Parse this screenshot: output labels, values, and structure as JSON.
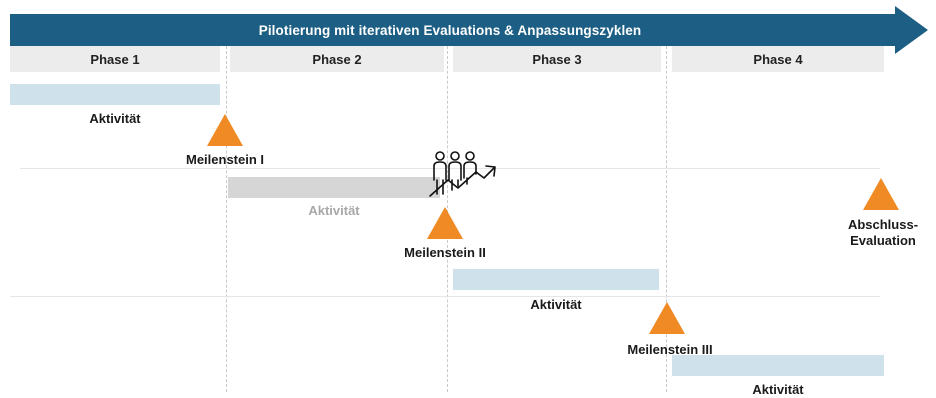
{
  "header": {
    "title": "Pilotierung mit iterativen Evaluations & Anpassungszyklen"
  },
  "phases": [
    {
      "label": "Phase 1"
    },
    {
      "label": "Phase 2"
    },
    {
      "label": "Phase 3"
    },
    {
      "label": "Phase 4"
    }
  ],
  "activities": [
    {
      "label": "Aktivität"
    },
    {
      "label": "Aktivität"
    },
    {
      "label": "Aktivität"
    },
    {
      "label": "Aktivität"
    }
  ],
  "milestones": [
    {
      "label": "Meilenstein I"
    },
    {
      "label": "Meilenstein II"
    },
    {
      "label": "Meilenstein III"
    },
    {
      "label": "Abschluss-Evaluation"
    }
  ],
  "colors": {
    "banner": "#1d5f84",
    "milestone": "#f08a24",
    "activity_bar": "#cfe1ea",
    "activity_bar_inactive": "#d6d6d6",
    "phase_header": "#ececec"
  },
  "icons": {
    "growth": "people-growth-icon"
  }
}
